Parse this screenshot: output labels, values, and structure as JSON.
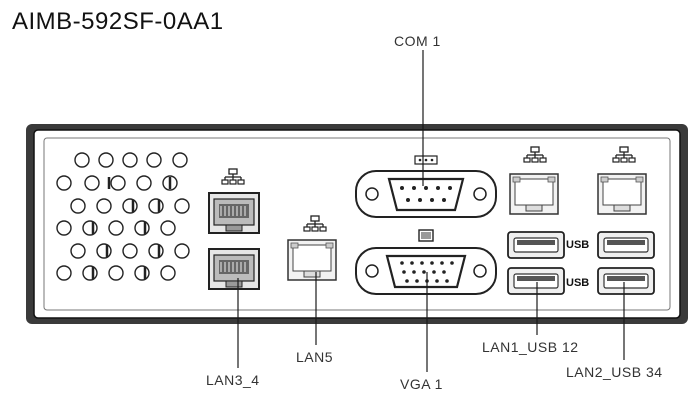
{
  "title": "AIMB-592SF-0AA1",
  "labels": {
    "com1": "COM 1",
    "lan5": "LAN5",
    "lan3_4": "LAN3_4",
    "vga1": "VGA 1",
    "lan1_usb12": "LAN1_USB 12",
    "lan2_usb34": "LAN2_USB 34",
    "usb_a": "USB",
    "usb_b": "USB"
  },
  "icons": [
    "network-icon",
    "serial-port-icon",
    "monitor-icon"
  ],
  "colors": {
    "line": "#1a1a1a",
    "panel": "#ffffff",
    "frame": "#2a2a2a",
    "connector": "#e8e8e8"
  }
}
